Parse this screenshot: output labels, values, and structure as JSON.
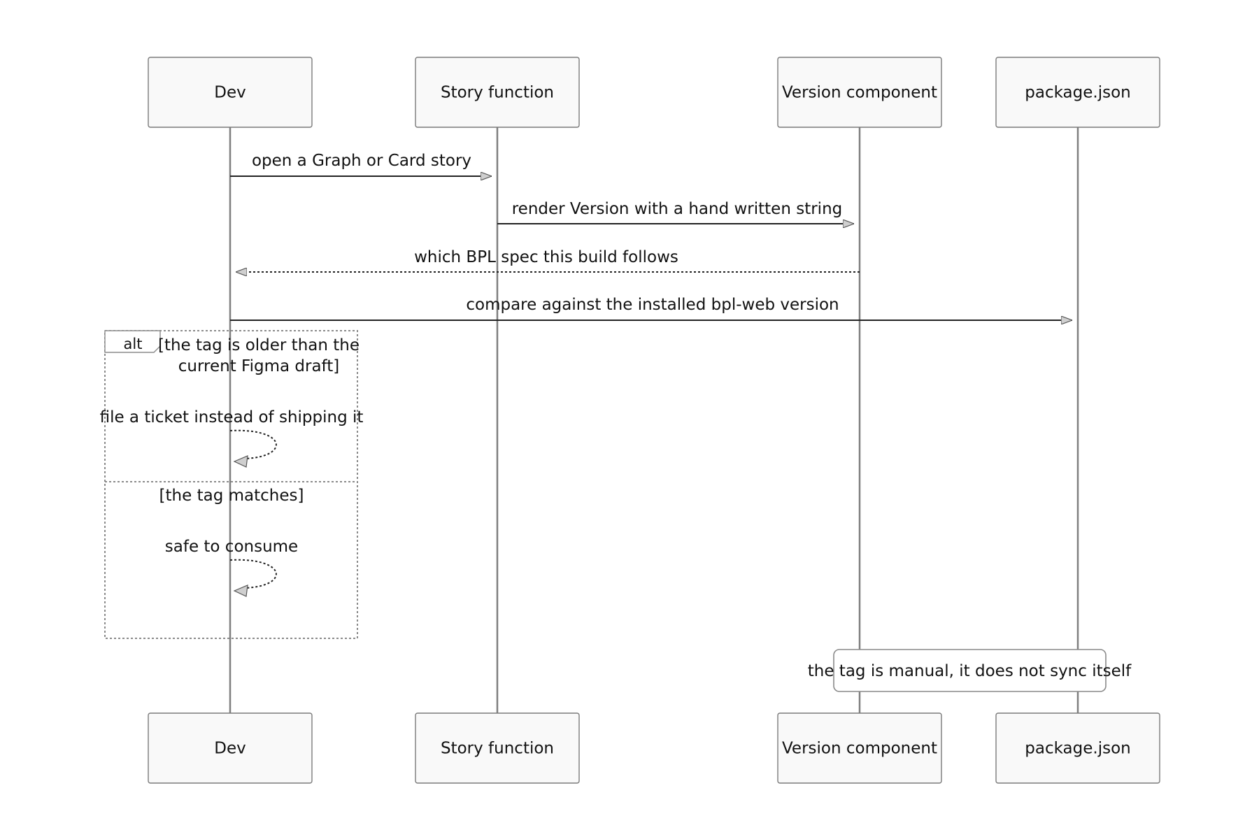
{
  "participants": [
    "Dev",
    "Story function",
    "Version component",
    "package.json"
  ],
  "messages": [
    {
      "label": "open a Graph or Card story"
    },
    {
      "label": "render Version with a hand written string"
    },
    {
      "label": "which BPL spec this build follows"
    },
    {
      "label": "compare against the installed bpl-web version"
    }
  ],
  "alt": {
    "keyword": "alt",
    "branch1": {
      "condition_line1": "[the tag is older than the",
      "condition_line2": "current Figma draft]",
      "message": "file a ticket instead of shipping it"
    },
    "branch2": {
      "condition": "[the tag matches]",
      "message": "safe to consume"
    }
  },
  "note": {
    "text": "the tag is manual, it does not sync itself"
  }
}
